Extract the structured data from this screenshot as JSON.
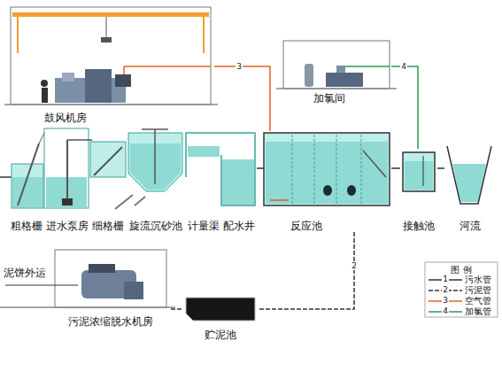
{
  "diagram": {
    "nodes": [
      {
        "text": [
          "鼓风机房"
        ]
      },
      {
        "text": [
          "加氯间"
        ]
      },
      {
        "text": [
          "粗格栅"
        ]
      },
      {
        "text": [
          "进水泵房"
        ]
      },
      {
        "text": [
          "细格栅"
        ]
      },
      {
        "text": [
          "旋流沉砂池"
        ]
      },
      {
        "text": [
          "计量渠"
        ]
      },
      {
        "text": [
          "配水井"
        ]
      },
      {
        "text": [
          "反应池"
        ]
      },
      {
        "text": [
          "接触池"
        ]
      },
      {
        "text": [
          "河流"
        ]
      },
      {
        "text": [
          "污泥浓缩脱水机房"
        ]
      },
      {
        "text": [
          "贮泥池"
        ]
      }
    ],
    "edges": [
      {
        "from": 0,
        "to": 8,
        "arrow": "none",
        "label": "3"
      },
      {
        "from": 1,
        "to": 9,
        "arrow": "none",
        "label": "4"
      },
      {
        "from": 7,
        "to": 8,
        "arrow": "none"
      },
      {
        "from": 8,
        "to": 9,
        "arrow": "none"
      },
      {
        "from": 9,
        "to": 10,
        "arrow": "none"
      },
      {
        "from": 8,
        "to": 12,
        "arrow": "none",
        "label": "2"
      },
      {
        "from": 12,
        "to": 11,
        "arrow": "none"
      }
    ],
    "labels": [
      "泥饼外运",
      "图 例",
      "1",
      "2",
      "3",
      "4"
    ],
    "legend": [
      {
        "text": "污水管"
      },
      {
        "text": "污泥管"
      },
      {
        "text": "空气管"
      },
      {
        "text": "加氯管"
      }
    ]
  }
}
